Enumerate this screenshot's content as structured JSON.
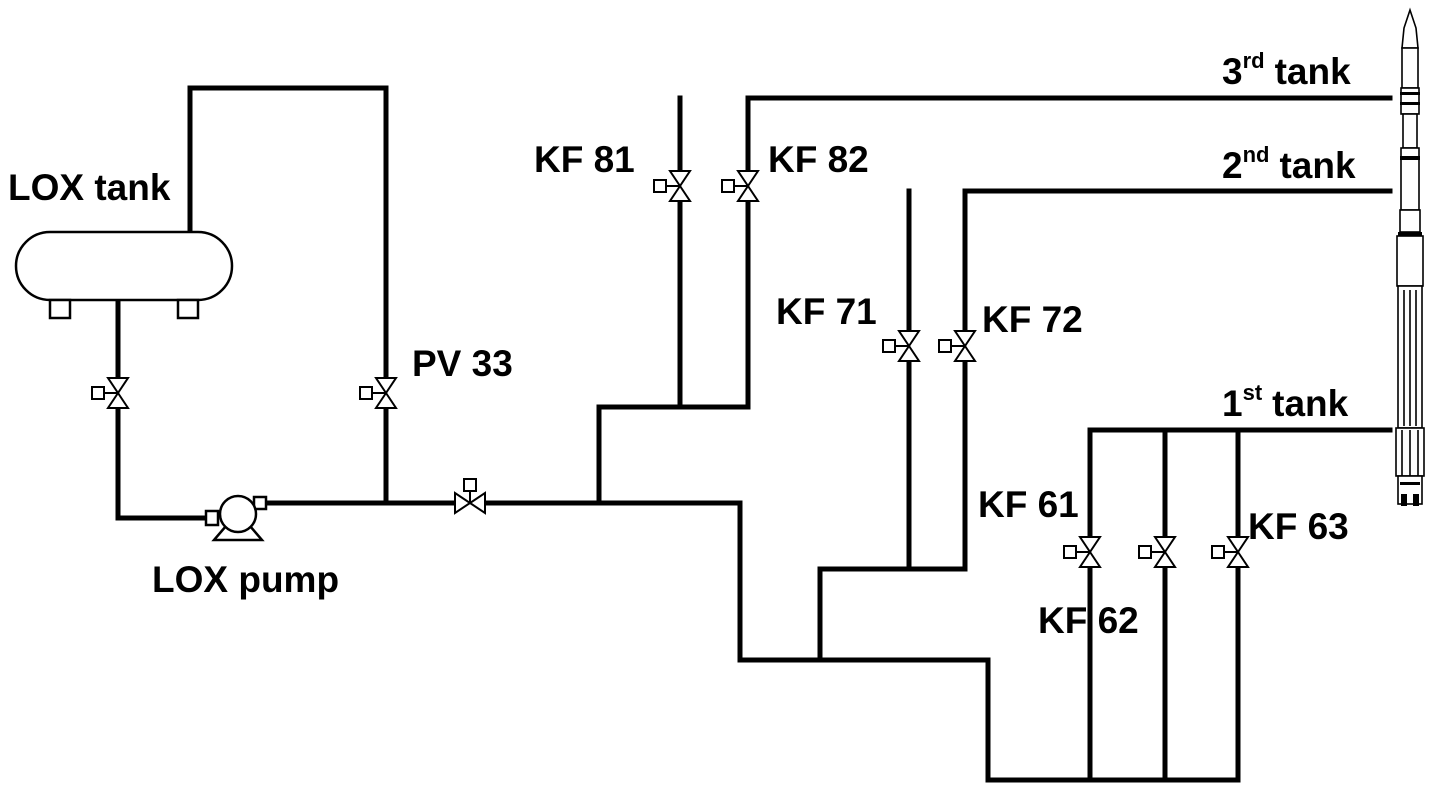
{
  "labels": {
    "lox_tank": "LOX tank",
    "lox_pump": "LOX pump",
    "pv33": "PV 33",
    "kf81": "KF 81",
    "kf82": "KF 82",
    "kf71": "KF 71",
    "kf72": "KF 72",
    "kf61": "KF 61",
    "kf62": "KF 62",
    "kf63": "KF 63"
  },
  "tanks": {
    "third": {
      "num": "3",
      "sup": "rd",
      "word": "tank"
    },
    "second": {
      "num": "2",
      "sup": "nd",
      "word": "tank"
    },
    "first": {
      "num": "1",
      "sup": "st",
      "word": "tank"
    }
  },
  "colors": {
    "line": "#000000",
    "background": "#ffffff"
  }
}
